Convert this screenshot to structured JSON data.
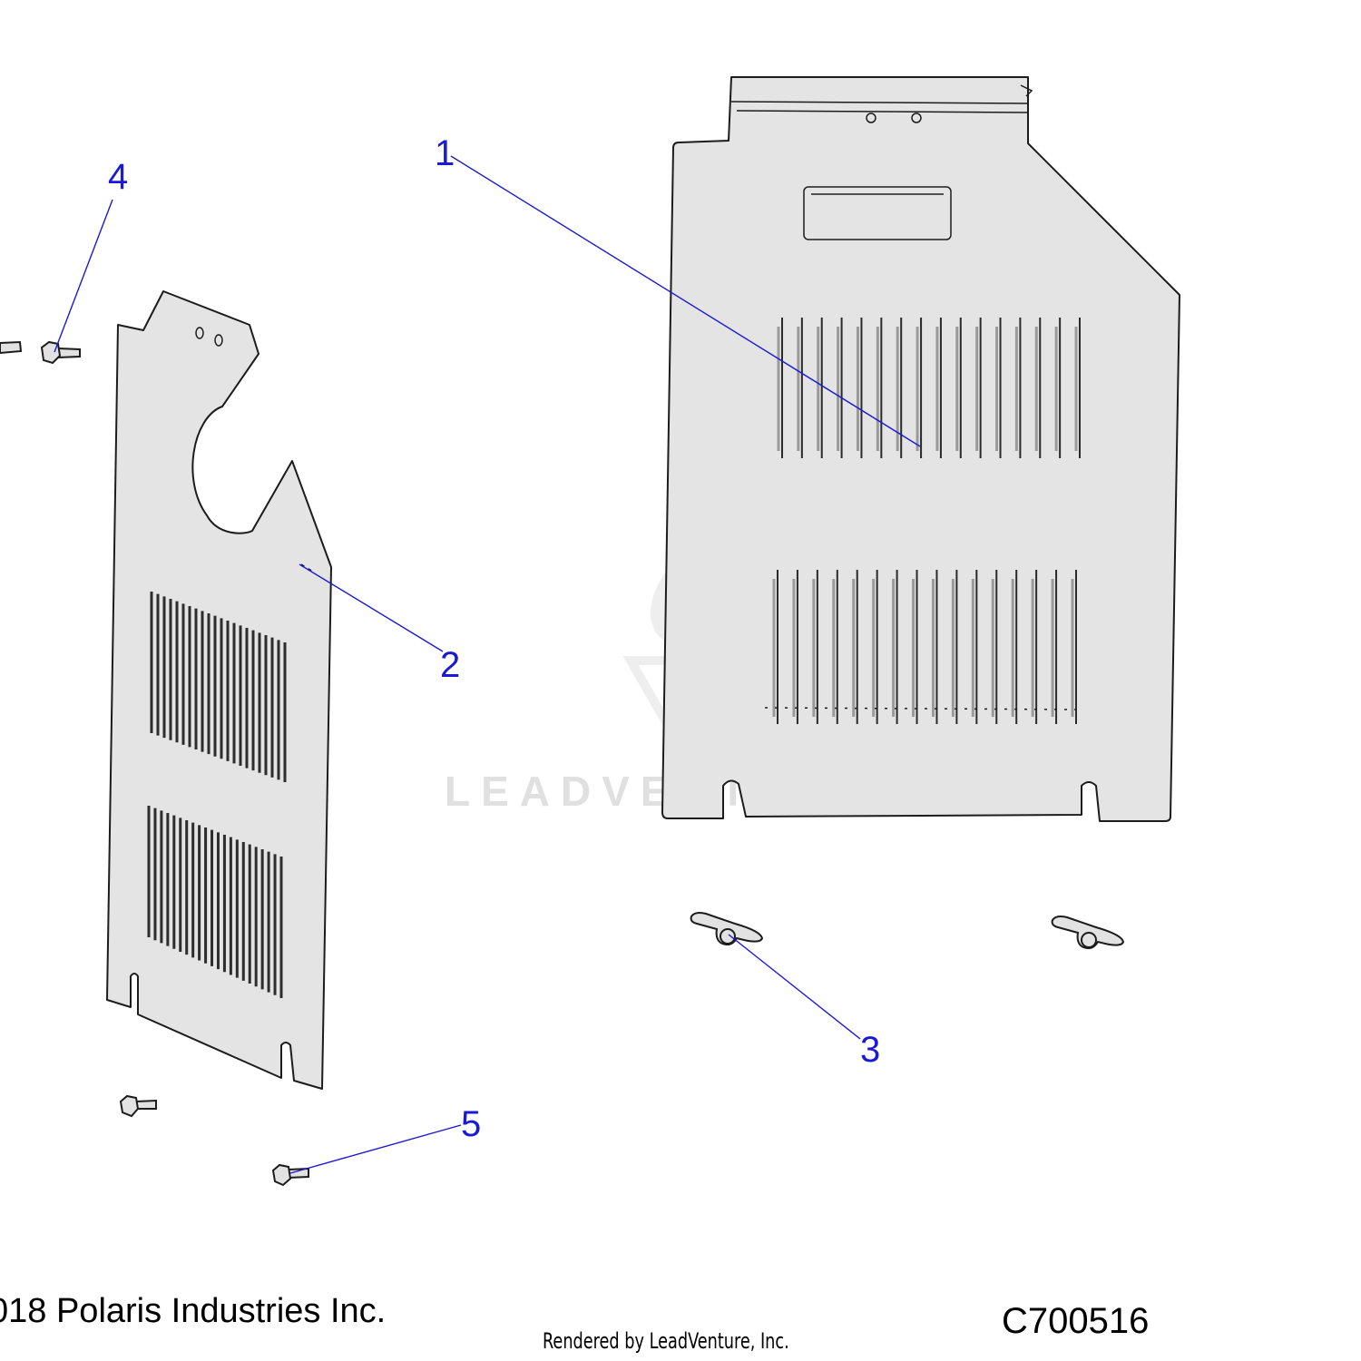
{
  "callouts": [
    {
      "id": "1",
      "label": "1",
      "part": "large rear panel"
    },
    {
      "id": "2",
      "label": "2",
      "part": "side panel"
    },
    {
      "id": "3",
      "label": "3",
      "part": "clip"
    },
    {
      "id": "4",
      "label": "4",
      "part": "screw"
    },
    {
      "id": "5",
      "label": "5",
      "part": "screw"
    }
  ],
  "watermark": {
    "text": "LEADVENTURE"
  },
  "footer": {
    "copyright": "018 Polaris Industries Inc.",
    "diagram_id": "C700516",
    "rendered_by": "Rendered by LeadVenture, Inc."
  },
  "colors": {
    "callout": "#1a1ad6",
    "panel_fill": "#e4e4e4",
    "outline": "#1c1c1c"
  }
}
